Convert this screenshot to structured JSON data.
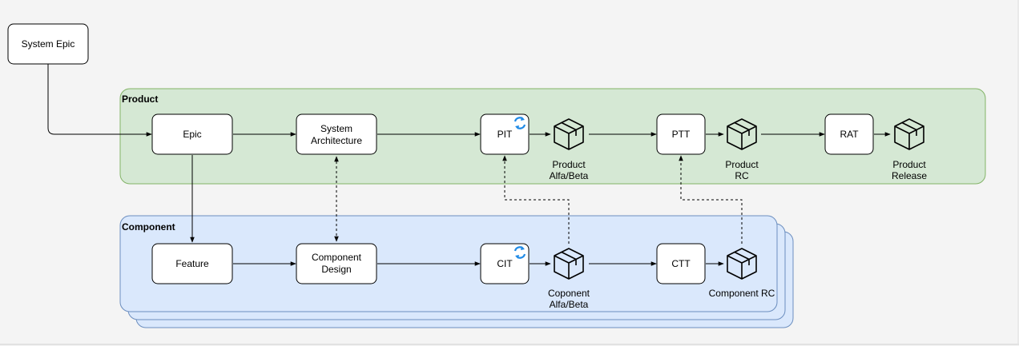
{
  "groups": {
    "product": "Product",
    "component": "Component"
  },
  "nodes": {
    "system_epic": "System Epic",
    "epic": "Epic",
    "system_architecture": [
      "System",
      "Architecture"
    ],
    "pit": "PIT",
    "ptt": "PTT",
    "rat": "RAT",
    "feature": "Feature",
    "component_design": [
      "Component",
      "Design"
    ],
    "cit": "CIT",
    "ctt": "CTT"
  },
  "packages": {
    "product_alfa_beta": [
      "Product",
      "Alfa/Beta"
    ],
    "product_rc": [
      "Product",
      "RC"
    ],
    "product_release": [
      "Product",
      "Release"
    ],
    "component_alfa_beta": [
      "Coponent",
      "Alfa/Beta"
    ],
    "component_rc": [
      "Component RC"
    ]
  },
  "icons": {
    "package": "package-icon",
    "cycle": "refresh-cycle-icon"
  },
  "colors": {
    "product_fill": "#d5e8d4",
    "product_stroke": "#82b366",
    "component_fill": "#dae8fc",
    "component_stroke": "#6c8ebf",
    "cycle_icon": "#1f8ae6",
    "canvas": "#f4f4f4"
  }
}
